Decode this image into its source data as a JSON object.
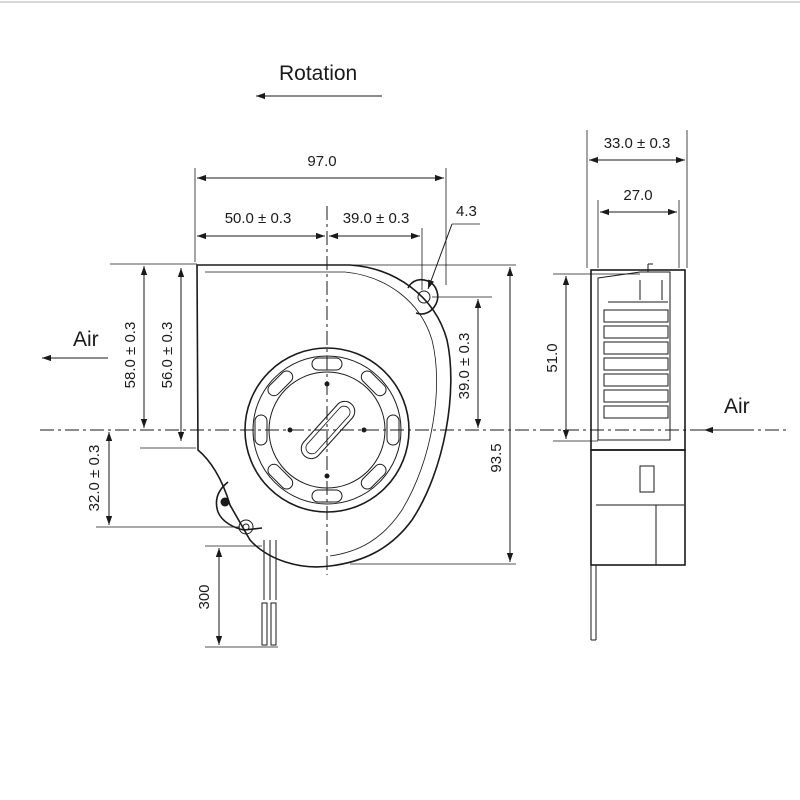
{
  "labels": {
    "rotation": "Rotation",
    "air_left": "Air",
    "air_right": "Air"
  },
  "dimensions": {
    "overall_width": "97.0",
    "left_offset": "50.0 ± 0.3",
    "right_offset": "39.0 ± 0.3",
    "hole_diameter": "4.3",
    "top_height_outer": "58.0 ± 0.3",
    "top_height_inner": "56.0 ± 0.3",
    "lower_offset": "32.0 ± 0.3",
    "right_hole_height": "39.0 ± 0.3",
    "overall_height": "93.5",
    "lead_length": "300",
    "side_thickness": "33.0 ± 0.3",
    "side_inner": "27.0",
    "outlet_height": "51.0"
  }
}
